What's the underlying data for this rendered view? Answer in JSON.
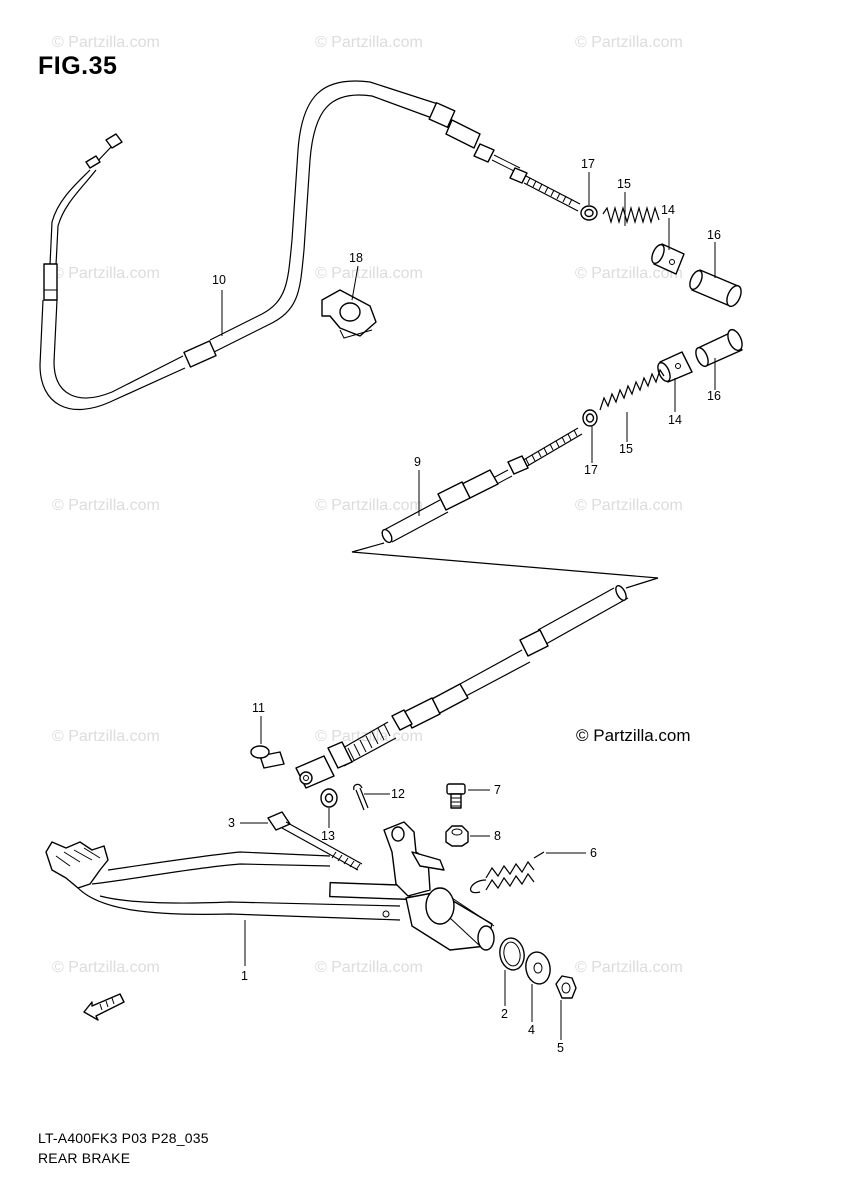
{
  "figure": {
    "title": "FIG.35"
  },
  "watermark": {
    "text": "© Partzilla.com"
  },
  "credit": {
    "text": "© Partzilla.com"
  },
  "footer": {
    "model_code": "LT-A400FK3 P03 P28_035",
    "section_name": "REAR BRAKE"
  },
  "callouts": {
    "p1": "1",
    "p2": "2",
    "p3": "3",
    "p4": "4",
    "p5": "5",
    "p6": "6",
    "p7": "7",
    "p8": "8",
    "p9": "9",
    "p10": "10",
    "p11": "11",
    "p12": "12",
    "p13": "13",
    "p14a": "14",
    "p14b": "14",
    "p15a": "15",
    "p15b": "15",
    "p16a": "16",
    "p16b": "16",
    "p17a": "17",
    "p17b": "17",
    "p18": "18"
  },
  "icons": {
    "front_arrow": "front-direction-arrow-icon"
  }
}
